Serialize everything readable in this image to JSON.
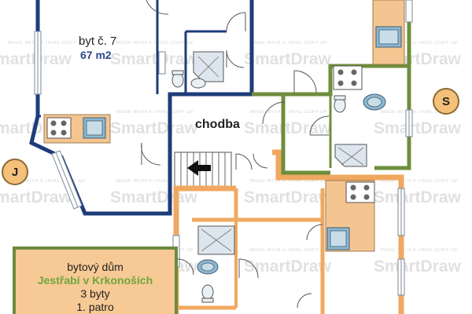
{
  "apartment": {
    "name": "byt č. 7",
    "area": "67 m2"
  },
  "corridor": {
    "label": "chodba"
  },
  "compass": {
    "south": "S",
    "north": "J"
  },
  "info": {
    "line1": "bytový dům",
    "line2": "Jestřabí v Krkonoších",
    "line3": "3 byty",
    "line4": "1. patro"
  },
  "watermark": {
    "brand": "SmartDraw",
    "notice": "MADE WITH A TRIAL COPY OF"
  },
  "colors": {
    "blue_wall": "#1e3c7a",
    "green_wall": "#6e8e3c",
    "orange_wall": "#f0a860",
    "counter": "#f5c591",
    "sink": "#8fb6cf",
    "bathroom_tile": "#dde6ee"
  }
}
